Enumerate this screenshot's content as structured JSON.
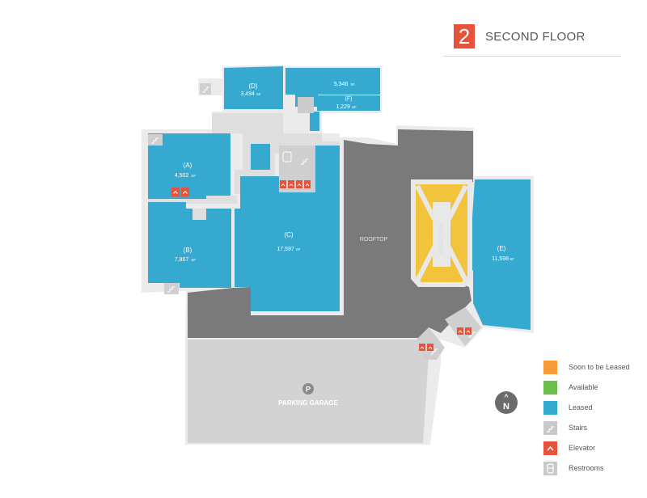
{
  "header": {
    "floor_number": "2",
    "floor_title": "SECOND FLOOR"
  },
  "units": {
    "a": {
      "name": "(A)",
      "area": "4,502",
      "unit": "SF"
    },
    "b": {
      "name": "(B)",
      "area": "7,867",
      "unit": "SF"
    },
    "c": {
      "name": "(C)",
      "area": "17,597",
      "unit": "SF"
    },
    "d": {
      "name": "(D)",
      "area": "3,494",
      "unit": "SF"
    },
    "e": {
      "name": "(E)",
      "area": "11,598",
      "unit": "SF"
    },
    "f": {
      "name": "(F)",
      "area": "1,229",
      "unit": "SF"
    },
    "unlabeled": {
      "area": "5,346",
      "unit": "SF"
    }
  },
  "areas": {
    "rooftop": "ROOFTOP",
    "courtyard": "COURTYARD",
    "parking_icon": "P",
    "parking": "PARKING GARAGE"
  },
  "legend": [
    {
      "label": "Soon to be Leased",
      "color": "#f79a3a",
      "icon": "orange-swatch"
    },
    {
      "label": "Available",
      "color": "#6cbf4a",
      "icon": "green-swatch"
    },
    {
      "label": "Leased",
      "color": "#36a9d0",
      "icon": "blue-swatch"
    },
    {
      "label": "Stairs",
      "color": "#c9c9c9",
      "icon": "stairs-icon"
    },
    {
      "label": "Elevator",
      "color": "#e8523a",
      "icon": "elevator-icon"
    },
    {
      "label": "Restrooms",
      "color": "#c9c9c9",
      "icon": "restroom-icon"
    }
  ],
  "compass": {
    "arrow": "^",
    "letter": "N"
  },
  "colors": {
    "leased": "#36a9d0",
    "rooftop": "#7a7a7a",
    "parking": "#d3d3d3",
    "core": "#dedede",
    "courtyard": "#f2c43d",
    "elevator": "#e8523a",
    "wall": "#ebebeb"
  }
}
